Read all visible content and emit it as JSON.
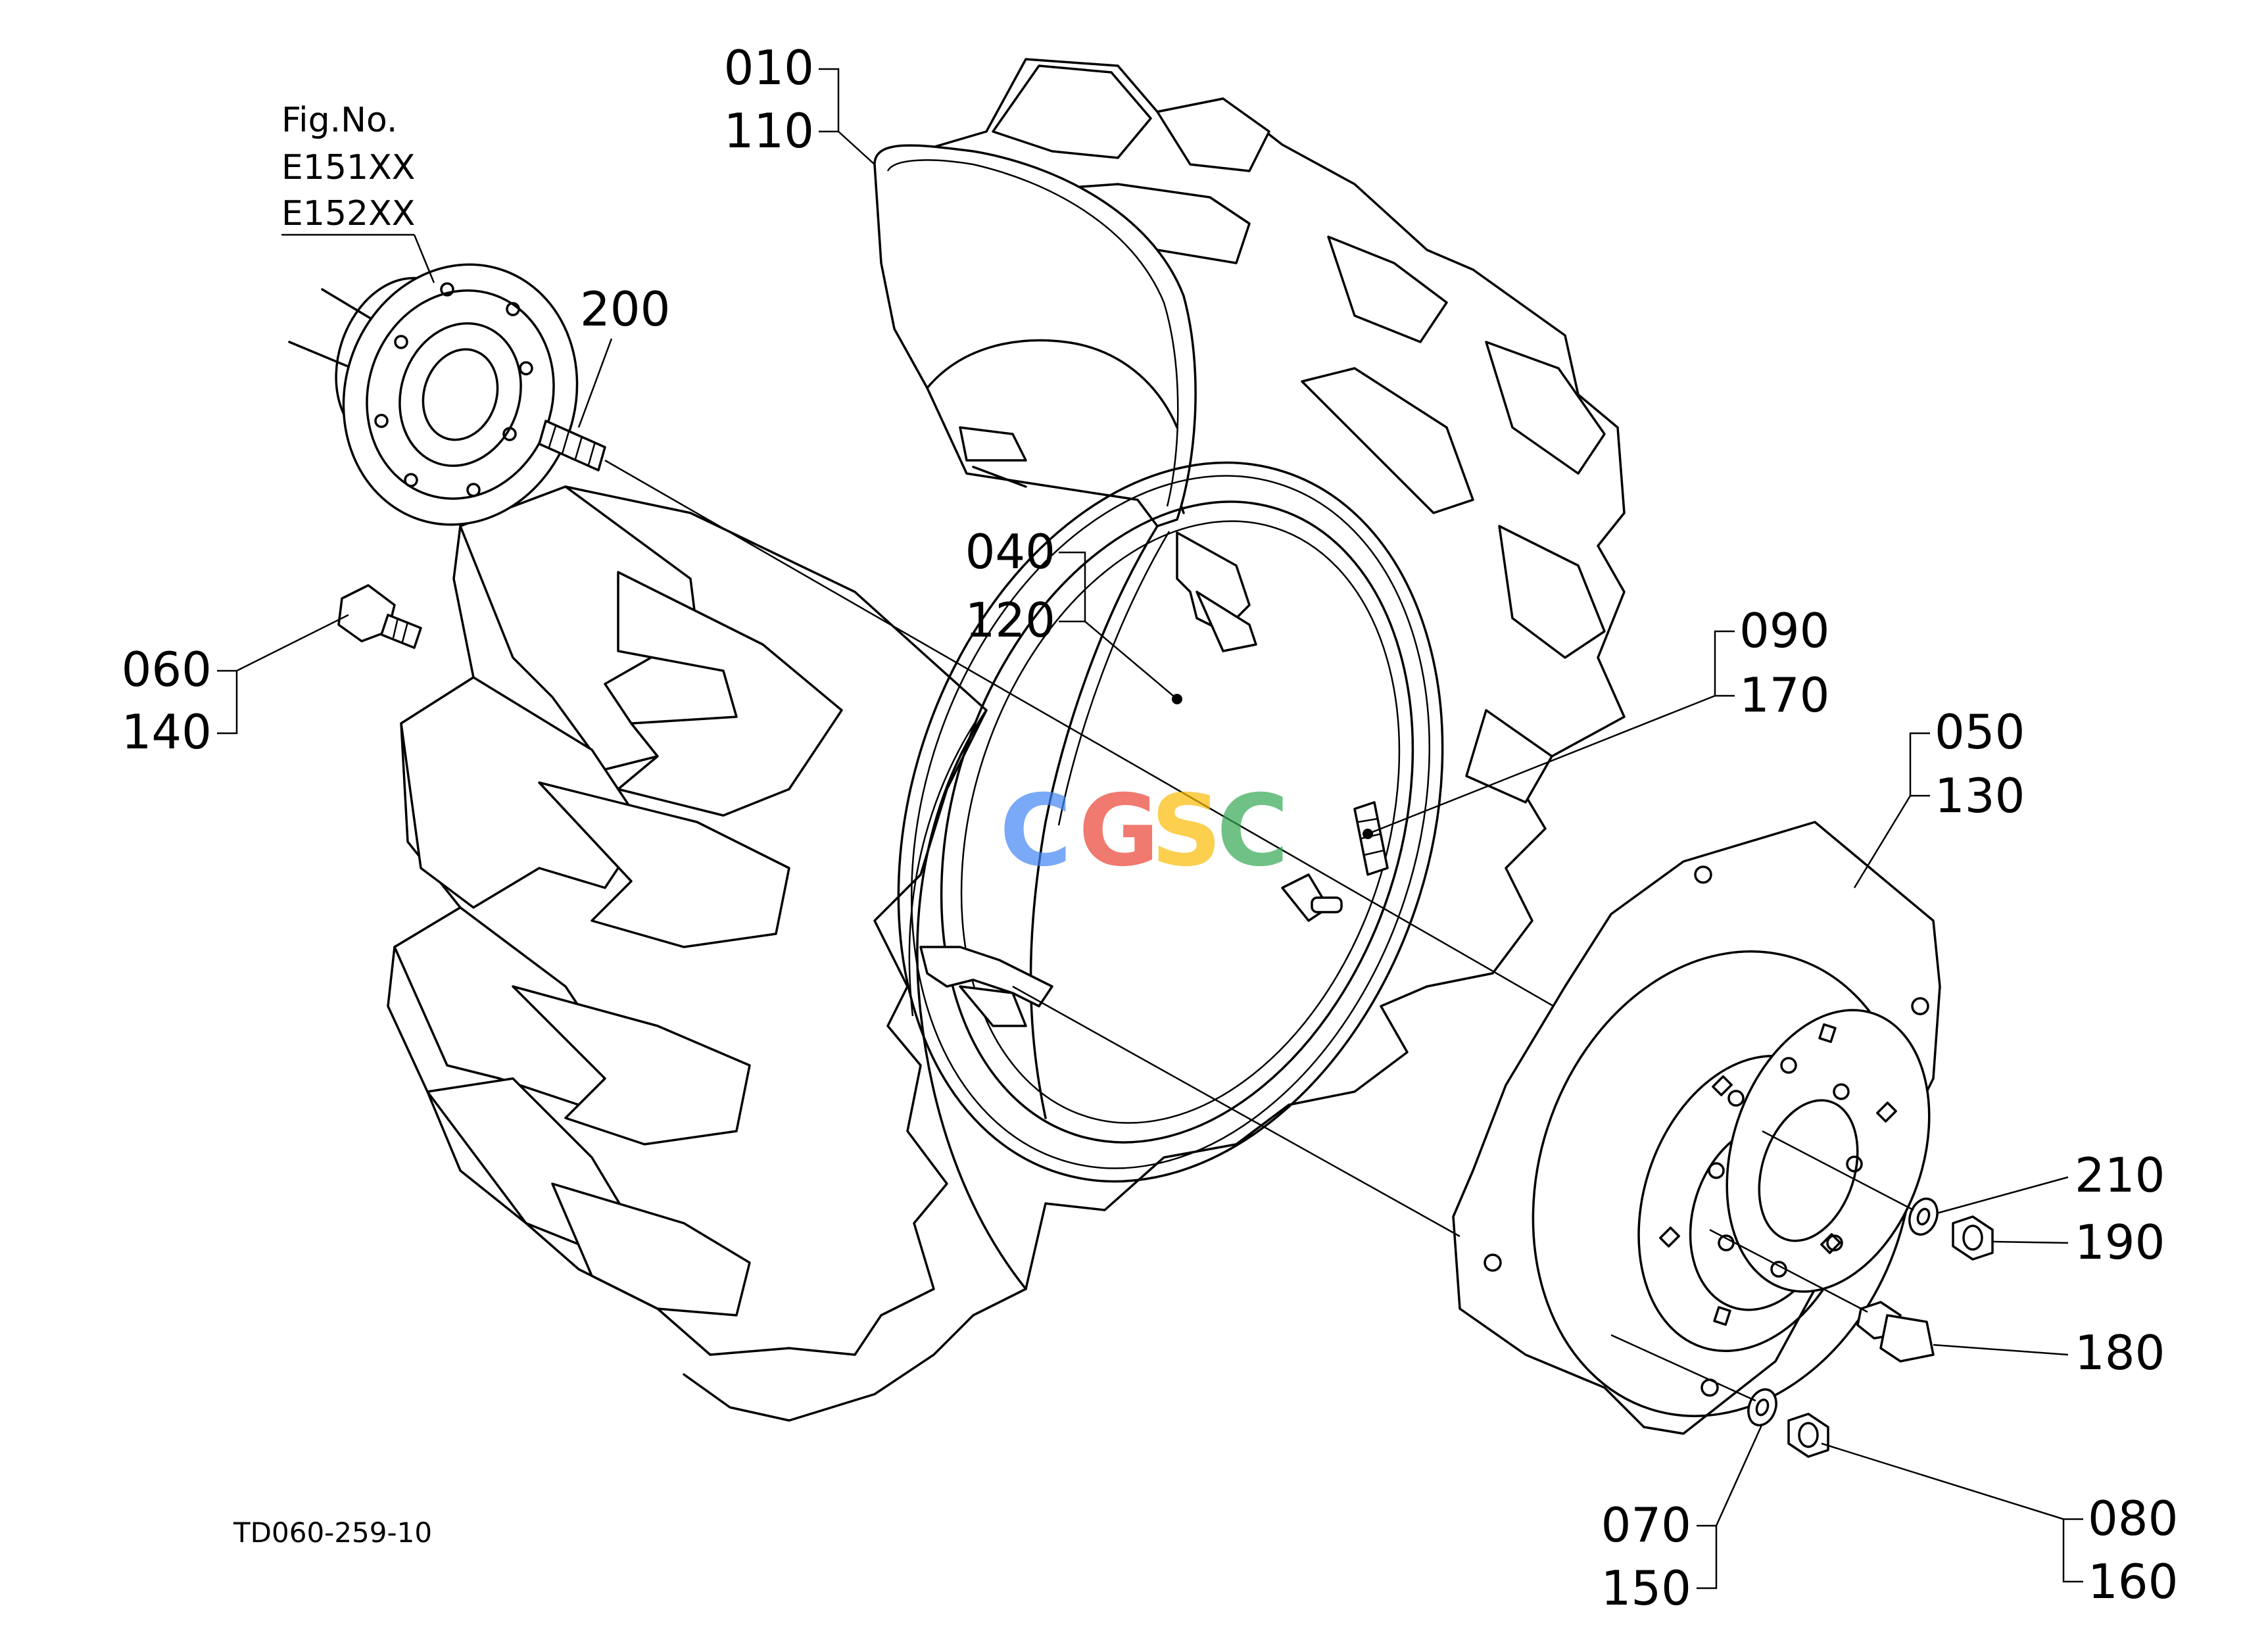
{
  "figure": {
    "ref_caption": "Fig.No.",
    "ref_numbers": [
      "E151XX",
      "E152XX"
    ],
    "drawing_code": "TD060-259-10"
  },
  "callouts": {
    "c010": "010",
    "c110": "110",
    "c200": "200",
    "c040": "040",
    "c120": "120",
    "c060": "060",
    "c140": "140",
    "c090": "090",
    "c170": "170",
    "c050": "050",
    "c130": "130",
    "c210": "210",
    "c190": "190",
    "c180": "180",
    "c070": "070",
    "c150": "150",
    "c080": "080",
    "c160": "160"
  },
  "watermark": {
    "letters": [
      "C",
      "G",
      "S",
      "C"
    ],
    "colors": [
      "#4285F4",
      "#EA4335",
      "#FBBC05",
      "#34A853"
    ]
  },
  "parts": {
    "tire": "tire-icon",
    "rim": "rim-icon",
    "disc": "wheel-disc-icon",
    "hub": "hub-flange-icon",
    "stud": "stud-bolt-icon",
    "valve": "valve-icon"
  }
}
